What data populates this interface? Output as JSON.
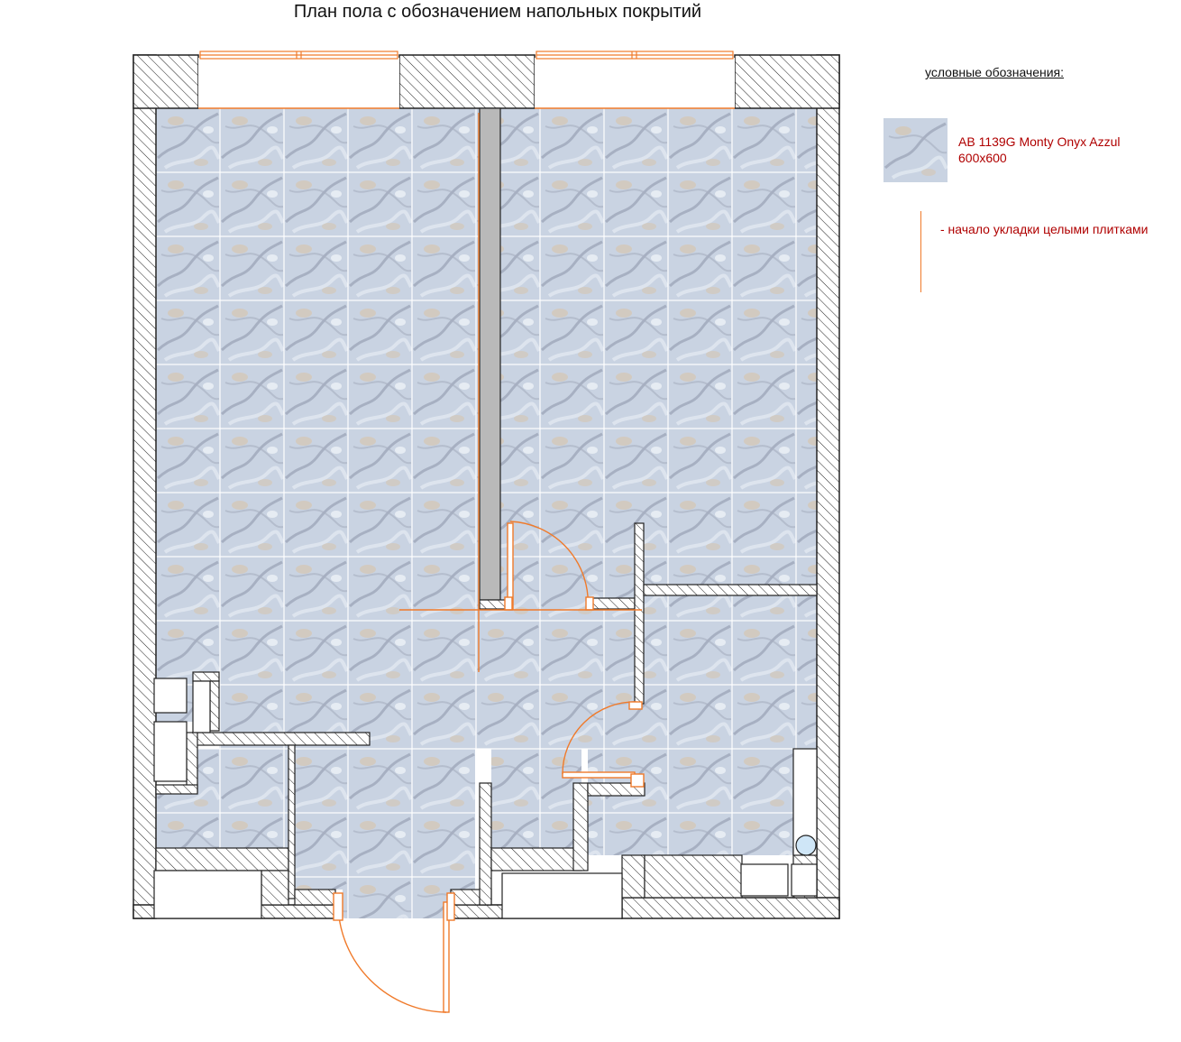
{
  "title": "План пола с обозначением напольных покрытий",
  "legend": {
    "heading": "условные обозначения:",
    "tile_name": "AB 1139G Monty Onyx Azzul",
    "tile_size": "600x600",
    "start_line_text": "- начало укладки целыми плитками"
  },
  "colors": {
    "tile_base": "#c9d3e2",
    "tile_vein": "#8a94a8",
    "tile_warm": "#d9c2a3",
    "wall_hatch": "#222222",
    "start_line": "#f07a2a",
    "text_red": "#b00000",
    "column_gray": "#b9b9b9",
    "drain_fill": "#cfe6f7"
  }
}
